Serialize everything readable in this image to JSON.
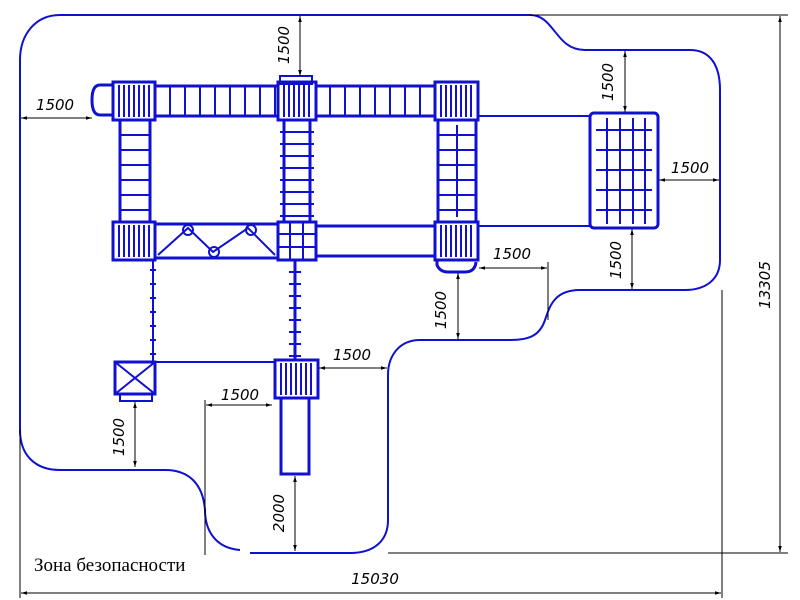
{
  "caption": "Зона безопасности",
  "dimensions": {
    "top_clearance": "1500",
    "left_clearance": "1500",
    "right_top_clearance": "1500",
    "right_side_clearance": "1500",
    "right_lower_clearance": "1500",
    "mid_right_horizontal": "1500",
    "mid_right_vertical": "1500",
    "lower_tower_right": "1500",
    "slide_left": "1500",
    "box_bottom": "1500",
    "slide_exit": "2000",
    "total_height": "13305",
    "total_width": "15030"
  },
  "colors": {
    "drawing": "#1010d0",
    "dimension_lines": "#000000"
  }
}
